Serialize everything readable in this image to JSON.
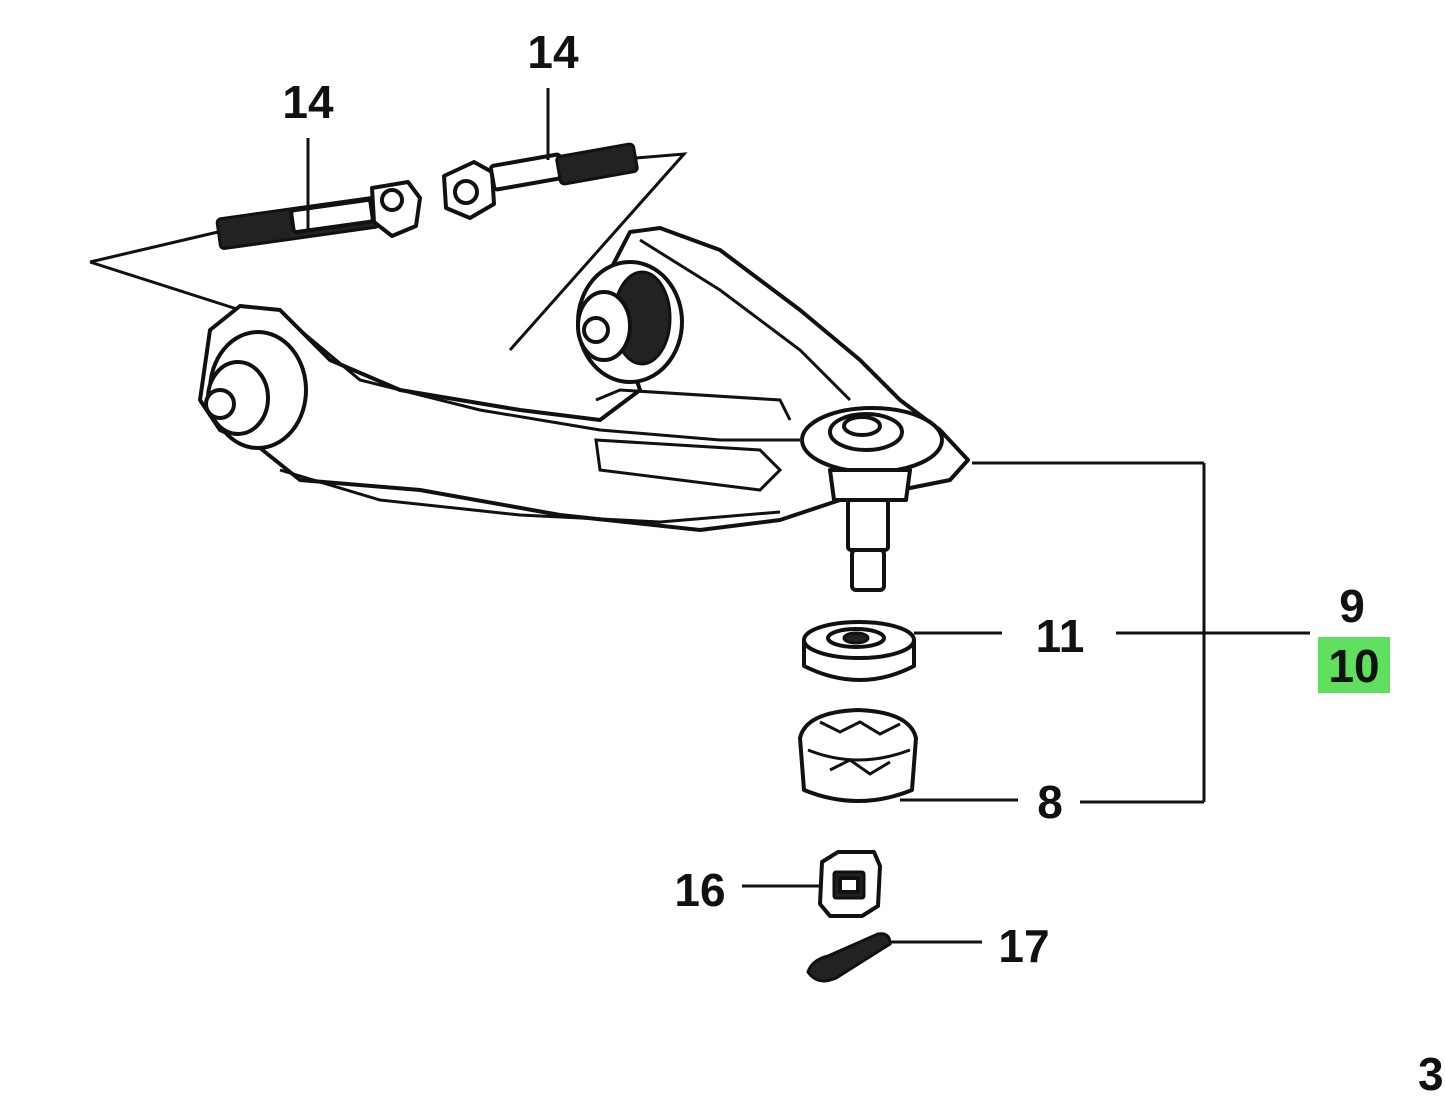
{
  "callouts": {
    "bolt_left": "14",
    "bolt_right": "14",
    "ball_joint_group_a": "9",
    "ball_joint_group_b": "10",
    "dust_boot": "11",
    "ball_joint": "8",
    "castle_nut": "16",
    "cotter_pin": "17",
    "page_corner": "3"
  },
  "colors": {
    "highlight": "#5ee05e",
    "line": "#111111"
  }
}
